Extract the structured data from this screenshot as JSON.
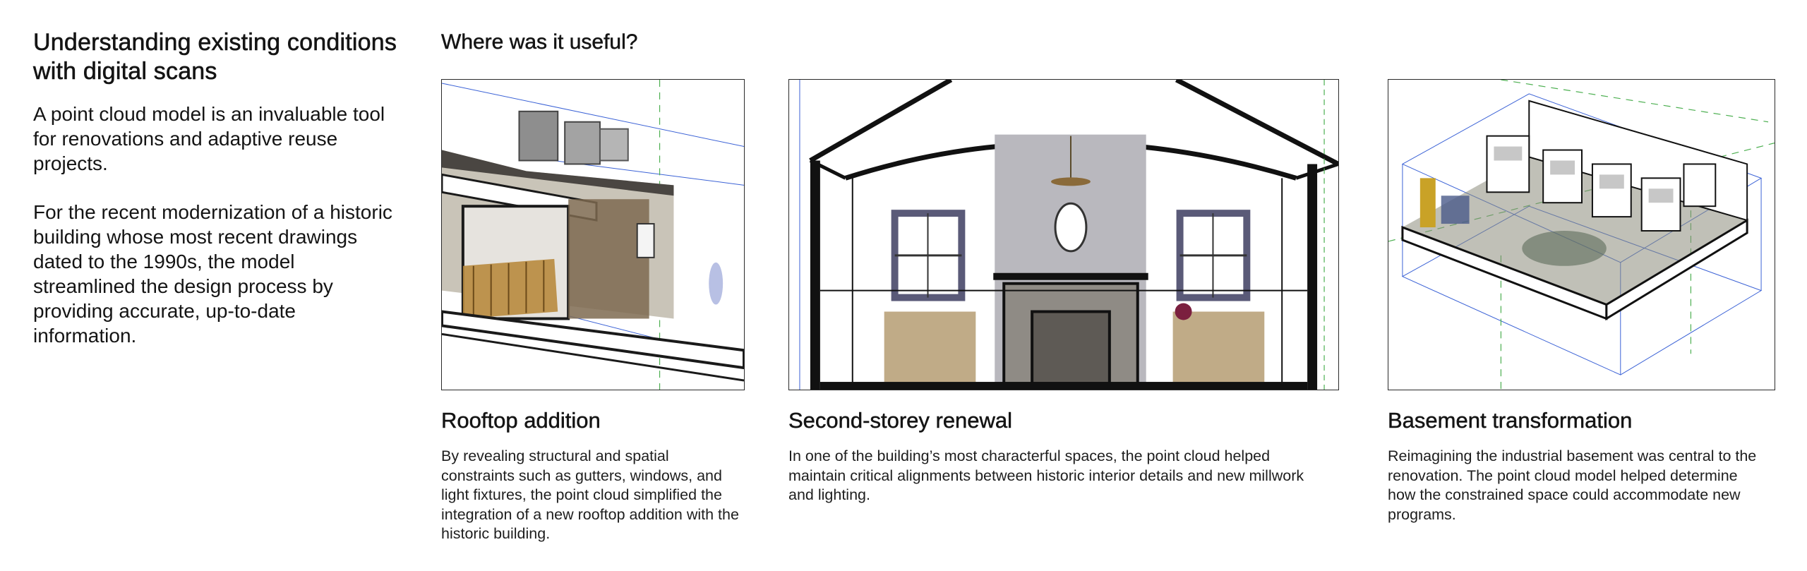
{
  "intro": {
    "heading": "Understanding existing conditions with digital scans",
    "paragraph_1": "A point cloud model is an invaluable tool for renovations and adaptive reuse projects.",
    "paragraph_2": "For the recent modernization of a historic building whose most recent drawings dated to the 1990s, the model streamlined the design process by providing accurate, up-to-date information."
  },
  "section": {
    "title": "Where was it useful?"
  },
  "cards": [
    {
      "title": "Rooftop addition",
      "body": "By revealing structural and spatial constraints such as gutters, windows, and light fixtures, the point cloud simplified the integration of a new rooftop addition with the historic building.",
      "image_description": "point-cloud-rooftop"
    },
    {
      "title": "Second-storey renewal",
      "body": "In one of the building’s most characterful spaces, the point cloud helped maintain critical alignments between historic interior details and new millwork and lighting.",
      "image_description": "point-cloud-interior-section"
    },
    {
      "title": "Basement transformation",
      "body": "Reimagining the industrial basement was central to the renovation. The point cloud model helped determine how the constrained space could accommodate new programs.",
      "image_description": "point-cloud-basement-axonometric"
    }
  ],
  "colors": {
    "text": "#141414",
    "frame": "#2a2a2a",
    "guide_blue": "#3b62d6",
    "guide_green": "#4caf50"
  }
}
